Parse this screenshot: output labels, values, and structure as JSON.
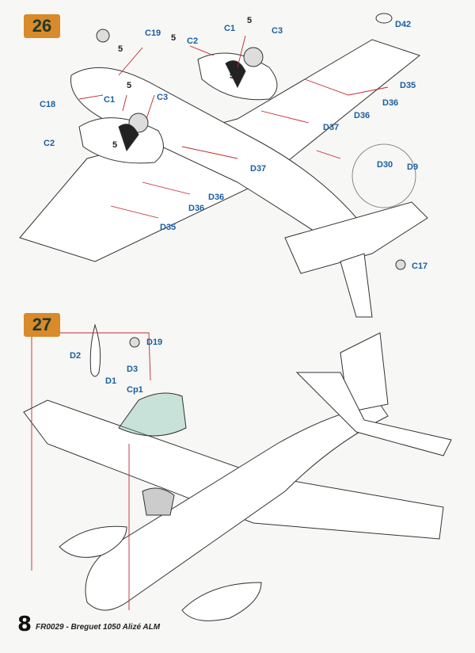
{
  "steps": [
    {
      "number": "26"
    },
    {
      "number": "27"
    }
  ],
  "step26_labels": {
    "c19": "C19",
    "c2a": "C2",
    "c1a": "C1",
    "c3a": "C3",
    "d42": "D42",
    "c18": "C18",
    "c1b": "C1",
    "c3b": "C3",
    "d35a": "D35",
    "d36a": "D36",
    "d36b": "D36",
    "d37a": "D37",
    "c2b": "C2",
    "d37b": "D37",
    "d30": "D30",
    "d9": "D9",
    "d36c": "D36",
    "d36d": "D36",
    "d35b": "D35",
    "c17": "C17",
    "five1": "5",
    "five2": "5",
    "five3": "5",
    "five4": "5",
    "five5": "5",
    "five6": "5"
  },
  "step27_labels": {
    "d19": "D19",
    "d2": "D2",
    "d3": "D3",
    "d1": "D1",
    "cp1": "Cp1"
  },
  "footer": {
    "page_number": "8",
    "caption": "FR0029 - Breguet 1050 Alizé ALM"
  },
  "colors": {
    "badge": "#d98a2a",
    "label": "#1b5fa0",
    "leader": "#c0282d",
    "canopy": "#6fb7a6"
  }
}
